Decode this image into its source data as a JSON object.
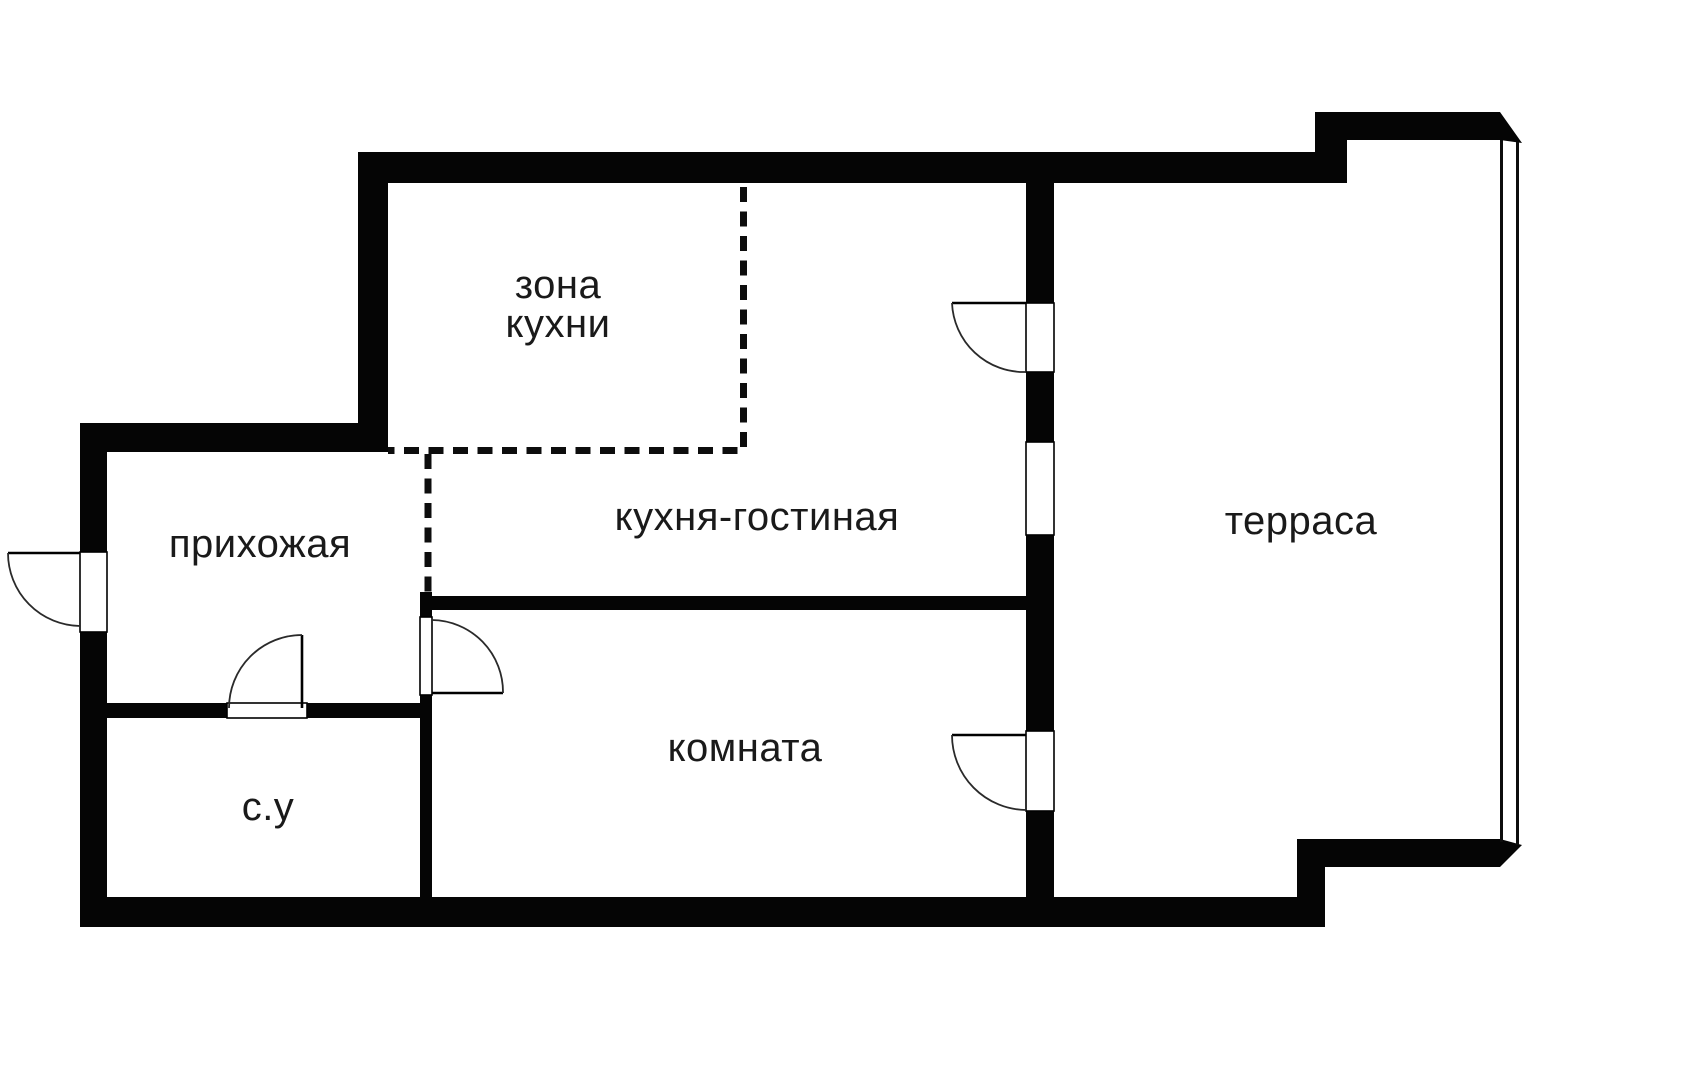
{
  "document": {
    "type": "floor-plan"
  },
  "colors": {
    "wall": "#050505",
    "background": "#ffffff",
    "text": "#1a1a1a"
  },
  "rooms": {
    "kitchen_zone": {
      "label_line1": "зона",
      "label_line2": "кухни"
    },
    "kitchen_living": {
      "label": "кухня-гостиная"
    },
    "hallway": {
      "label": "прихожая"
    },
    "terrace": {
      "label": "терраса"
    },
    "room": {
      "label": "комната"
    },
    "bathroom": {
      "label": "с.у"
    }
  }
}
